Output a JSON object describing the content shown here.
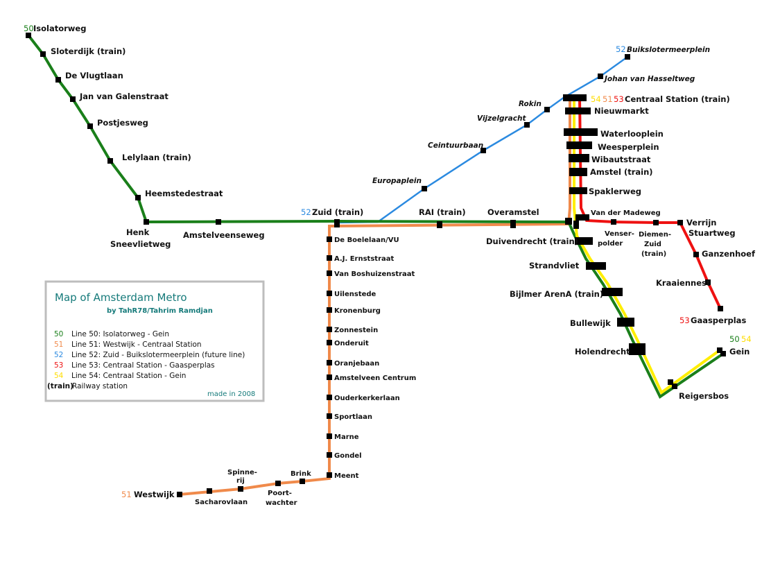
{
  "colors": {
    "line50": "#1a7f1a",
    "line51": "#f08a4b",
    "line52": "#2b8ae0",
    "line53": "#ee1111",
    "line54": "#ffee00",
    "station": "#000000",
    "legend_title": "#157a7a"
  },
  "legend": {
    "title": "Map of Amsterdam Metro",
    "byline": "by TahR78/Tahrim Ramdjan",
    "items": [
      {
        "num": "50",
        "text": "Line 50: Isolatorweg - Gein"
      },
      {
        "num": "51",
        "text": "Line 51: Westwijk - Centraal Station"
      },
      {
        "num": "52",
        "text": "Line 52: Zuid - Buikslotermeerplein (future line)"
      },
      {
        "num": "53",
        "text": "Line 53: Centraal Station - Gaasperplas"
      },
      {
        "num": "54",
        "text": "Line 54: Centraal Station - Gein"
      }
    ],
    "train_key": "(train)",
    "train_text": "Railway station",
    "made": "made in 2008"
  },
  "lines": [
    {
      "id": "50",
      "name": "Isolatorweg - Gein"
    },
    {
      "id": "51",
      "name": "Westwijk - Centraal Station"
    },
    {
      "id": "52",
      "name": "Zuid - Buikslotermeerplein"
    },
    {
      "id": "53",
      "name": "Centraal Station - Gaasperplas"
    },
    {
      "id": "54",
      "name": "Centraal Station - Gein"
    }
  ],
  "terminal_numbers": {
    "isolatorweg": "50",
    "zuid": "52",
    "buikslotermeerplein": "52",
    "centraal_54": "54",
    "centraal_51": "51",
    "centraal_53": "53",
    "gaasperplas": "53",
    "westwijk": "51",
    "gein_50": "50",
    "gein_54": "54"
  },
  "stations": {
    "isolatorweg": "Isolatorweg",
    "sloterdijk": "Sloterdijk (train)",
    "de_vlugtlaan": "De Vlugtlaan",
    "jan_van_galenstraat": "Jan van Galenstraat",
    "postjesweg": "Postjesweg",
    "lelylaan": "Lelylaan (train)",
    "heemstedestraat": "Heemstedestraat",
    "henk_1": "Henk",
    "henk_2": "Sneevlietweg",
    "amstelveenseweg": "Amstelveenseweg",
    "zuid": "Zuid (train)",
    "rai": "RAI (train)",
    "overamstel": "Overamstel",
    "duivendrecht": "Duivendrecht (train)",
    "strandvliet": "Strandvliet",
    "bijlmer": "Bijlmer ArenA (train)",
    "bullewijk": "Bullewijk",
    "holendrecht": "Holendrecht",
    "reigersbos": "Reigersbos",
    "gein": "Gein",
    "buikslotermeerplein": "Buikslotermeerplein",
    "johan_van_hasseltweg": "Johan van Hasseltweg",
    "rokin": "Rokin",
    "vijzelgracht": "Vijzelgracht",
    "ceintuurbaan": "Ceintuurbaan",
    "europaplein": "Europaplein",
    "centraal": "Centraal Station (train)",
    "nieuwmarkt": "Nieuwmarkt",
    "waterlooplein": "Waterlooplein",
    "weesperplein": "Weesperplein",
    "wibautstraat": "Wibautstraat",
    "amstel": "Amstel (train)",
    "spaklerweg": "Spaklerweg",
    "van_der_madeweg": "Van der Madeweg",
    "venserpolder_1": "Venser-",
    "venserpolder_2": "polder",
    "diemen_1": "Diemen-",
    "diemen_2": "Zuid",
    "diemen_3": "(train)",
    "verrijn_1": "Verrijn",
    "verrijn_2": "Stuartweg",
    "ganzenhoef": "Ganzenhoef",
    "kraaiennest": "Kraaiennest",
    "gaasperplas": "Gaasperplas",
    "de_boelelaan": "De Boelelaan/VU",
    "aj_ernststraat": "A.J. Ernststraat",
    "van_boshuizenstraat": "Van Boshuizenstraat",
    "uilenstede": "Uilenstede",
    "kronenburg": "Kronenburg",
    "zonnestein": "Zonnestein",
    "onderuit": "Onderuit",
    "oranjebaan": "Oranjebaan",
    "amstelveen_centrum": "Amstelveen Centrum",
    "ouderkerkerlaan": "Ouderkerkerlaan",
    "sportlaan": "Sportlaan",
    "marne": "Marne",
    "gondel": "Gondel",
    "meent": "Meent",
    "brink": "Brink",
    "poortwachter_1": "Poort-",
    "poortwachter_2": "wachter",
    "spinnerij_1": "Spinne-",
    "spinnerij_2": "rij",
    "sacharovlaan": "Sacharovlaan",
    "westwijk": "Westwijk"
  }
}
